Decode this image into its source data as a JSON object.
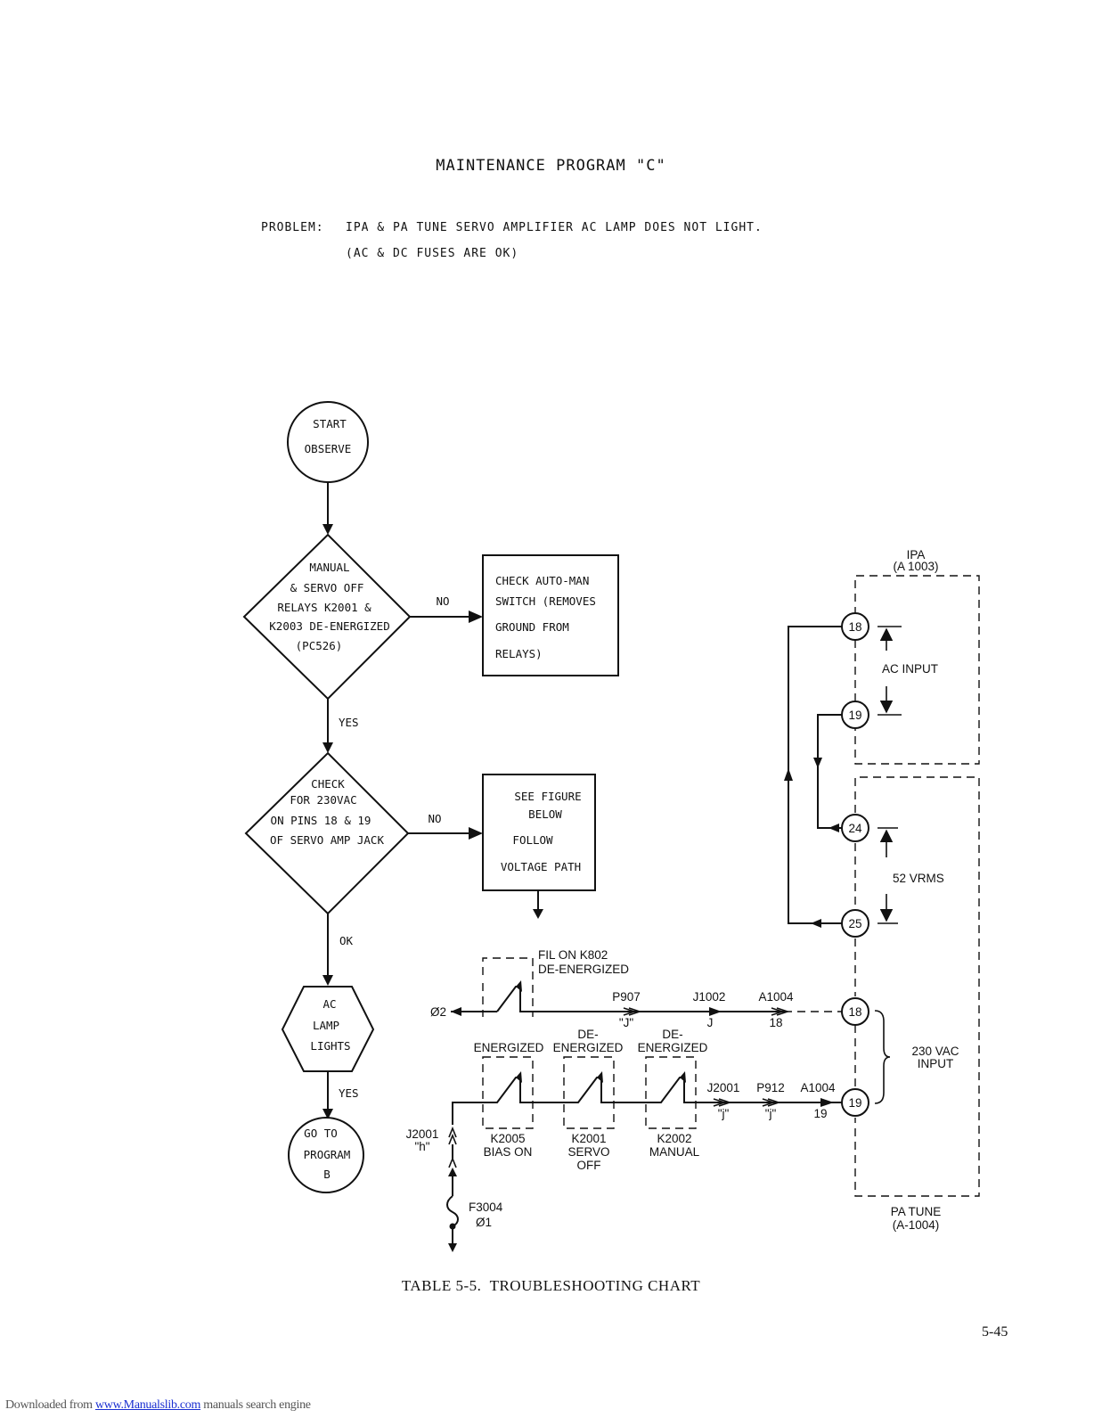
{
  "page": {
    "title": "MAINTENANCE PROGRAM \"C\"",
    "problem_label": "PROBLEM:",
    "problem_line1": "IPA & PA TUNE SERVO AMPLIFIER AC LAMP DOES NOT LIGHT.",
    "problem_line2": "(AC & DC FUSES ARE OK)",
    "caption": "TABLE 5-5.  TROUBLESHOOTING CHART",
    "page_number": "5-45",
    "footer_prefix": "Downloaded from ",
    "footer_link": "www.Manualslib.com",
    "footer_suffix": " manuals search engine"
  },
  "flowchart": {
    "start": {
      "line1": "START",
      "line2": "OBSERVE"
    },
    "decision1": {
      "lines": [
        "MANUAL",
        "& SERVO OFF",
        "RELAYS K2001 &",
        "K2003 DE-ENERGIZED",
        "(PC526)"
      ]
    },
    "decision1_no": "NO",
    "decision1_yes": "YES",
    "action1": {
      "lines": [
        "CHECK AUTO-MAN",
        "SWITCH (REMOVES",
        "GROUND FROM",
        "RELAYS)"
      ]
    },
    "decision2": {
      "lines": [
        "CHECK",
        "FOR 230VAC",
        "ON PINS 18 & 19",
        "OF SERVO AMP JACK"
      ]
    },
    "decision2_no": "NO",
    "decision2_ok": "OK",
    "action2": {
      "lines": [
        "SEE FIGURE",
        "BELOW",
        "FOLLOW",
        "VOLTAGE PATH"
      ]
    },
    "hexagon": {
      "lines": [
        "AC",
        "LAMP",
        "LIGHTS"
      ]
    },
    "hexagon_yes": "YES",
    "goto": {
      "lines": [
        "GO TO",
        "PROGRAM",
        "B"
      ]
    }
  },
  "schematic": {
    "ipa_label": "IPA",
    "ipa_ref": "(A 1003)",
    "pin_18_top": "18",
    "pin_19_top": "19",
    "ac_input": "AC INPUT",
    "pin_24": "24",
    "pin_25": "25",
    "vrms": "52 VRMS",
    "pin_18_bottom": "18",
    "pin_19_bottom": "19",
    "vac_line1": "230 VAC",
    "vac_line2": "INPUT",
    "pa_tune_label": "PA TUNE",
    "pa_tune_ref": "(A-1004)",
    "fil_label1": "FIL ON K802",
    "fil_label2": "DE-ENERGIZED",
    "node_02": "Ø2",
    "p907": "P907",
    "p907_pin": "\"J\"",
    "j1002": "J1002",
    "j1002_pin": "J",
    "a1004_top": "A1004",
    "a1004_top_pin": "18",
    "k2005_state": "ENERGIZED",
    "k2001_state1": "DE-",
    "k2001_state2": "ENERGIZED",
    "k2002_state1": "DE-",
    "k2002_state2": "ENERGIZED",
    "j2001": "J2001",
    "j2001_pin": "\"j\"",
    "p912": "P912",
    "p912_pin": "\"j\"",
    "a1004_bottom": "A1004",
    "a1004_bottom_pin": "19",
    "k2005_line1": "K2005",
    "k2005_line2": "BIAS ON",
    "k2001_line1": "K2001",
    "k2001_line2": "SERVO",
    "k2001_line3": "OFF",
    "k2002_line1": "K2002",
    "k2002_line2": "MANUAL",
    "j2001_h": "J2001",
    "j2001_h_pin": "\"h\"",
    "f3004": "F3004",
    "node_01": "Ø1"
  }
}
